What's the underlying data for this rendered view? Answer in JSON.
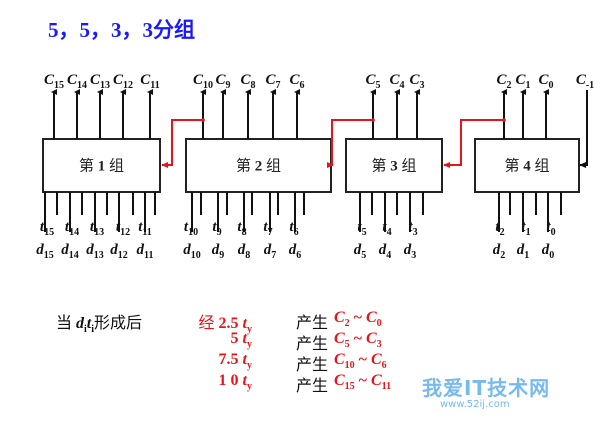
{
  "title": "5，5，3，3分组",
  "groups": [
    {
      "label_prefix": "第",
      "num": "1",
      "label_suffix": "组",
      "outputs": [
        {
          "c": "C",
          "s": "15"
        },
        {
          "c": "C",
          "s": "14"
        },
        {
          "c": "C",
          "s": "13"
        },
        {
          "c": "C",
          "s": "12"
        },
        {
          "c": "C",
          "s": "11"
        }
      ],
      "t_inputs": [
        "15",
        "14",
        "13",
        "12",
        "11"
      ],
      "d_inputs": [
        "15",
        "14",
        "13",
        "12",
        "11"
      ]
    },
    {
      "label_prefix": "第",
      "num": "2",
      "label_suffix": "组",
      "outputs": [
        {
          "c": "C",
          "s": "10"
        },
        {
          "c": "C",
          "s": "9"
        },
        {
          "c": "C",
          "s": "8"
        },
        {
          "c": "C",
          "s": "7"
        },
        {
          "c": "C",
          "s": "6"
        }
      ],
      "t_inputs": [
        "10",
        "9",
        "8",
        "7",
        "6"
      ],
      "d_inputs": [
        "10",
        "9",
        "8",
        "7",
        "6"
      ]
    },
    {
      "label_prefix": "第",
      "num": "3",
      "label_suffix": "组",
      "outputs": [
        {
          "c": "C",
          "s": "5"
        },
        {
          "c": "C",
          "s": "4"
        },
        {
          "c": "C",
          "s": "3"
        }
      ],
      "t_inputs": [
        "5",
        "4",
        "3"
      ],
      "d_inputs": [
        "5",
        "4",
        "3"
      ]
    },
    {
      "label_prefix": "第",
      "num": "4",
      "label_suffix": "组",
      "outputs": [
        {
          "c": "C",
          "s": "2"
        },
        {
          "c": "C",
          "s": "1"
        },
        {
          "c": "C",
          "s": "0"
        }
      ],
      "t_inputs": [
        "2",
        "1",
        "0"
      ],
      "d_inputs": [
        "2",
        "1",
        "0"
      ]
    }
  ],
  "carry_in": {
    "c": "C",
    "s": "-1"
  },
  "colors": {
    "title": "#1a1aff",
    "carry_link": "#e8141a",
    "annotation": "#e8141a",
    "watermark": "#4aa3e8"
  },
  "annotation": {
    "intro_prefix": "当",
    "intro_d": "d",
    "intro_d_sub": "i",
    "intro_t": "t",
    "intro_t_sub": "i",
    "intro_suffix": "形成后",
    "rows": [
      {
        "lead": "经 ",
        "delay": "2.5",
        "unit": "t",
        "unit_sub": "y",
        "verb": "产生",
        "from_c": "C",
        "from_s": "2",
        "tilde": "~",
        "to_c": "C",
        "to_s": "0"
      },
      {
        "lead": "",
        "delay": "5",
        "unit": "t",
        "unit_sub": "y",
        "verb": "产生",
        "from_c": "C",
        "from_s": "5",
        "tilde": "~",
        "to_c": "C",
        "to_s": "3"
      },
      {
        "lead": "",
        "delay": "7.5",
        "unit": "t",
        "unit_sub": "y",
        "verb": "产生",
        "from_c": "C",
        "from_s": "10",
        "tilde": "~",
        "to_c": "C",
        "to_s": "6"
      },
      {
        "lead": "",
        "delay": "1 0",
        "unit": "t",
        "unit_sub": "y",
        "verb": "产生",
        "from_c": "C",
        "from_s": "15",
        "tilde": "~",
        "to_c": "C",
        "to_s": "11"
      }
    ]
  },
  "watermark": {
    "name": "我爱IT技术网",
    "url": "www.52ij.com"
  }
}
